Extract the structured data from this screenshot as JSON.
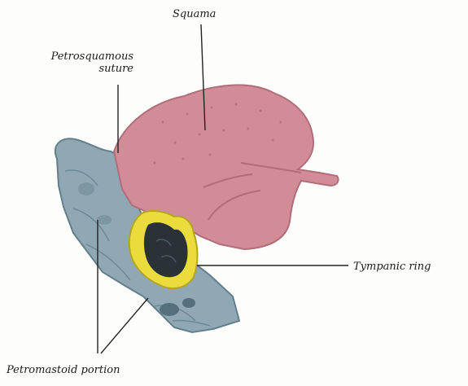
{
  "labels": {
    "squama": "Squama",
    "petrosquamous_line1": "Petrosquamous",
    "petrosquamous_line2": "suture",
    "tympanic_ring": "Tympanic ring",
    "petromastoid_portion": "Petromastoid portion"
  },
  "colors": {
    "squama": "#d28c98",
    "squama_shade": "#b06d7a",
    "petromastoid": "#8fa8b4",
    "petromastoid_shade": "#637f8c",
    "tympanic_ring": "#e9dc3c",
    "tympanic_ring_edge": "#b3a524",
    "cavity": "#2a3238",
    "leader_line": "#222222"
  }
}
